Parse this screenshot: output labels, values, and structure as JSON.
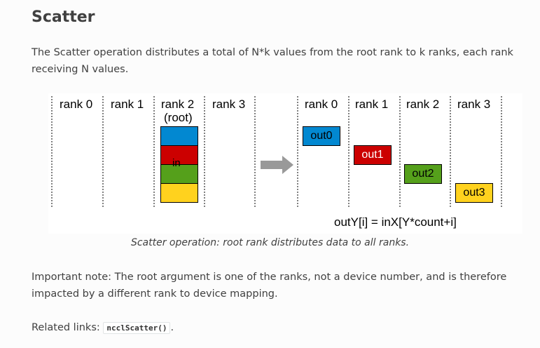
{
  "heading": "Scatter",
  "intro": "The Scatter operation distributes a total of N*k values from the root rank to k ranks, each rank receiving N values.",
  "figure": {
    "left_ranks": [
      "rank 0",
      "rank 1",
      "rank 2",
      "rank 3"
    ],
    "root_label": "(root)",
    "input_label": "in",
    "right_ranks": [
      "rank 0",
      "rank 1",
      "rank 2",
      "rank 3"
    ],
    "outputs": [
      "out0",
      "out1",
      "out2",
      "out3"
    ],
    "formula": "outY[i] = inX[Y*count+i]",
    "colors": {
      "blue": "#0288d1",
      "red": "#cc0000",
      "green": "#55a01b",
      "yellow": "#ffd21e",
      "arrow": "#999999"
    }
  },
  "caption": "Scatter operation: root rank distributes data to all ranks.",
  "note": "Important note: The root argument is one of the ranks, not a device number, and is therefore impacted by a different rank to device mapping.",
  "related": {
    "prefix": "Related links: ",
    "link": "ncclScatter()",
    "suffix": "."
  }
}
